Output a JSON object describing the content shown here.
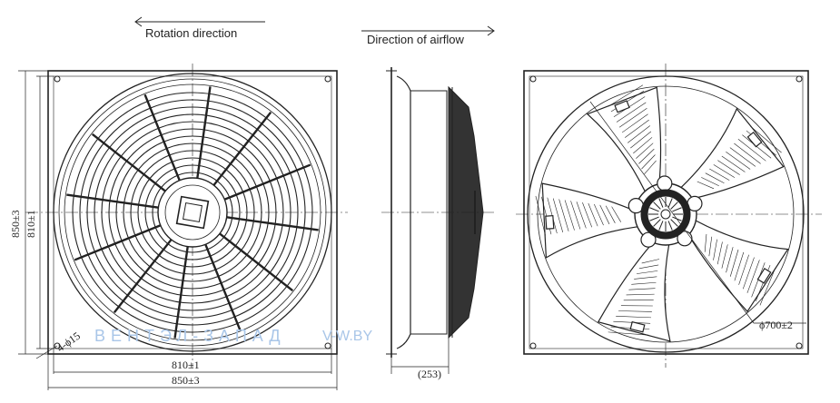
{
  "labels": {
    "rotation_direction": "Rotation direction",
    "airflow_direction": "Direction of airflow"
  },
  "dimensions": {
    "frame_outer": "850±3",
    "frame_inner": "810±1",
    "hole": "4-ϕ15",
    "depth": "(253)",
    "diameter": "ϕ700±2"
  },
  "watermark": {
    "brand": "ВЕНТЭЛ-ЗАПАД",
    "site": "V-W.BY"
  },
  "colors": {
    "line": "#222222",
    "watermark": "#a9c6e8"
  }
}
